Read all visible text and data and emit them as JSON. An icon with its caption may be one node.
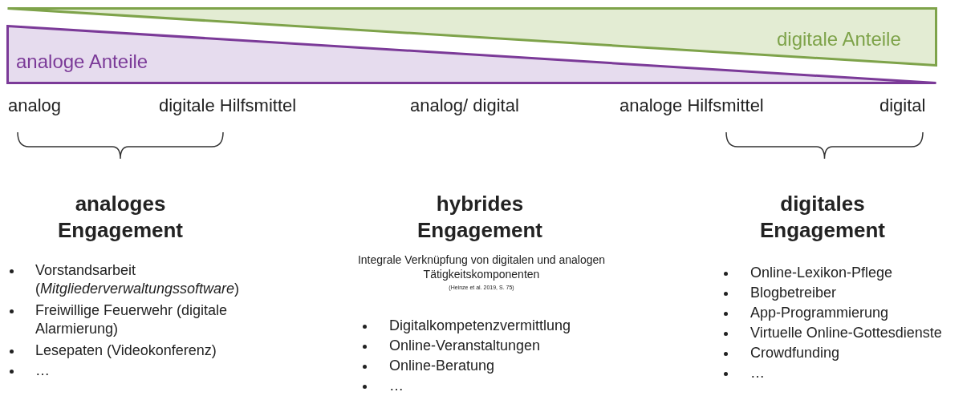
{
  "diagram": {
    "nodes": [
      {
        "text": [
          "digitale Anteile"
        ]
      },
      {
        "text": [
          "analoge Anteile"
        ]
      }
    ],
    "labels": [
      "analog",
      "digitale Hilfsmittel",
      "analog/ digital",
      "analoge Hilfsmittel",
      "digital",
      "analoges Engagement",
      "hybrides Engagement",
      "digitales Engagement",
      "Integrale Verknüpfung von digitalen und analogen Tätigkeitskomponenten",
      "(Heinze et al. 2019, S. 75)",
      "Vorstandsarbeit (*Mitgliederverwaltungssoftware*)",
      "Freiwillige Feuerwehr (digitale Alarmierung)",
      "Lesepaten (Videokonferenz)",
      "…",
      "Digitalkompetenzvermittlung",
      "Online-Veranstaltungen",
      "Online-Beratung",
      "…",
      "Online-Lexikon-Pflege",
      "Blogbetreiber",
      "App-Programmierung",
      "Virtuelle Online-Gottesdienste",
      "Crowdfunding",
      "…"
    ]
  }
}
